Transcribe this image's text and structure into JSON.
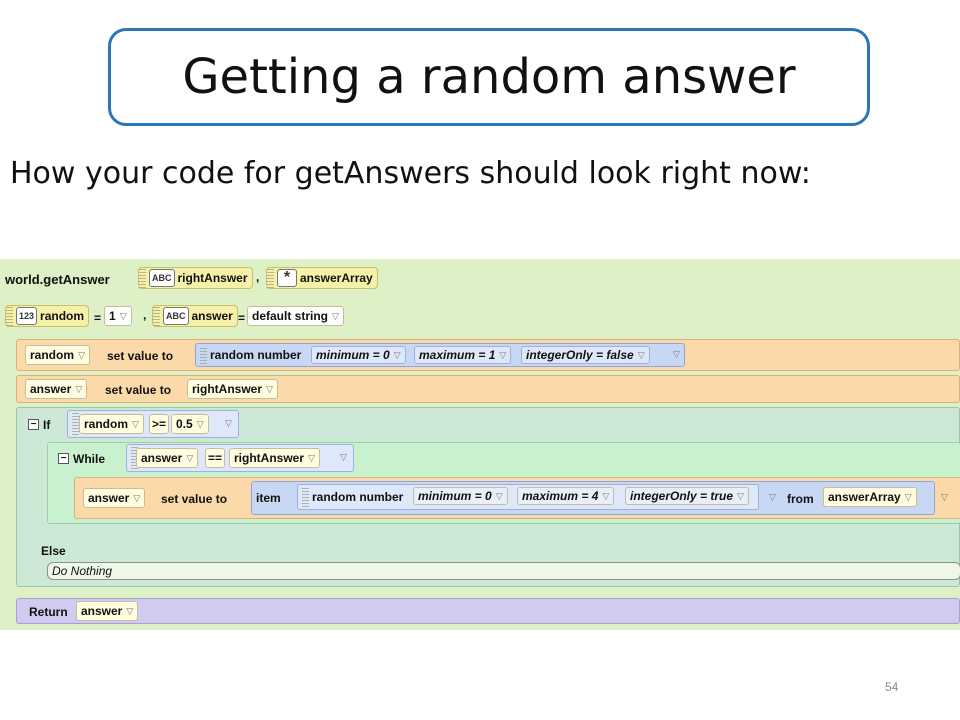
{
  "slide": {
    "title": "Getting a random answer",
    "subtitle": "How your code for getAnswers should look right now:",
    "page_number": "54"
  },
  "editor": {
    "method_name": "world.getAnswer",
    "params": [
      {
        "type_icon": "ABC",
        "name": "rightAnswer"
      },
      {
        "type_icon": "*",
        "name": "answerArray"
      }
    ],
    "comma": ",",
    "locals": [
      {
        "type_icon": "123",
        "name": "random",
        "equals": "=",
        "value": "1"
      },
      {
        "type_icon": "ABC",
        "name": "answer",
        "equals": "=",
        "value": "default string"
      }
    ],
    "statement1": {
      "target": "random",
      "set_value_to": "set  value  to",
      "func": "random number",
      "min_label": "minimum = 0",
      "max_label": "maximum = 1",
      "int_label": "integerOnly = false"
    },
    "statement2": {
      "target": "answer",
      "set_value_to": "set  value  to",
      "value": "rightAnswer"
    },
    "if_block": {
      "label": "If",
      "cond_left": "random",
      "cond_op": ">=",
      "cond_right": "0.5",
      "while_block": {
        "label": "While",
        "cond_left": "answer",
        "cond_op": "==",
        "cond_right": "rightAnswer",
        "inner": {
          "target": "answer",
          "set_value_to": "set  value  to",
          "item_label": "item",
          "func": "random number",
          "min_label": "minimum = 0",
          "max_label": "maximum = 4",
          "int_label": "integerOnly = true",
          "from_label": "from",
          "array": "answerArray"
        }
      },
      "else_label": "Else",
      "do_nothing": "Do Nothing"
    },
    "return_block": {
      "label": "Return",
      "value": "answer"
    }
  }
}
